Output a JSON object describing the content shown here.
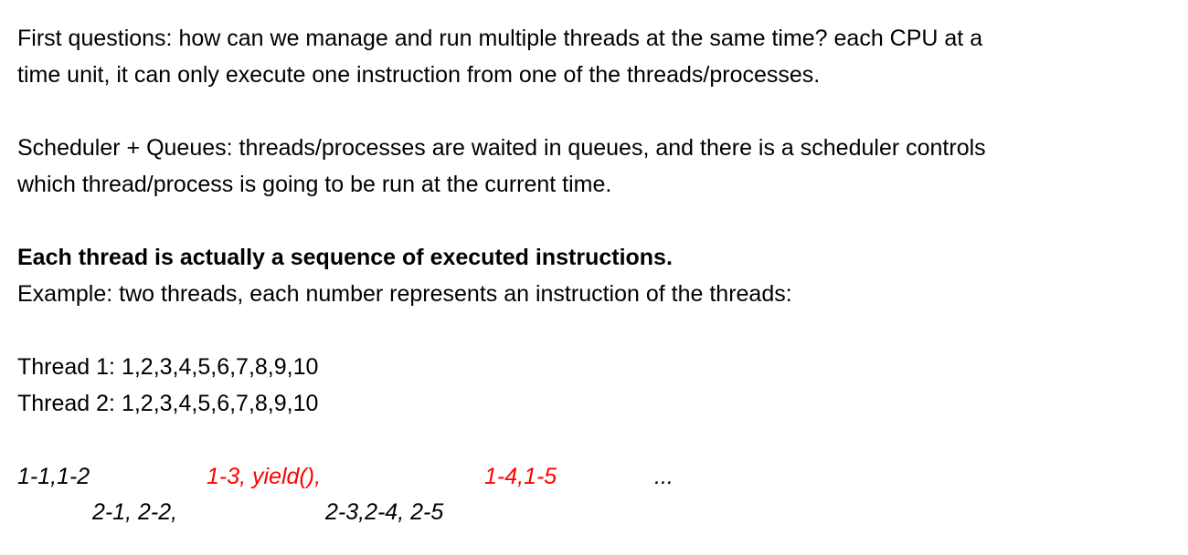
{
  "paragraphs": {
    "p1_line1": "First questions: how can we manage and run multiple threads at the same time? each CPU at a",
    "p1_line2": "time unit, it can only execute one instruction from one of the threads/processes.",
    "p2_line1": "Scheduler + Queues: threads/processes are waited in queues, and there is a scheduler controls",
    "p2_line2": "which thread/process is going to be run at the current time.",
    "heading": "Each thread is actually a sequence of executed instructions.",
    "example": "Example: two threads, each number represents an instruction of the threads:",
    "thread1": "Thread 1: 1,2,3,4,5,6,7,8,9,10",
    "thread2": "Thread 2: 1,2,3,4,5,6,7,8,9,10"
  },
  "sequence": {
    "top": [
      {
        "text": "1-1,1-2",
        "color": "#000000"
      },
      {
        "text": "1-3, yield(),",
        "color": "#ff0000"
      },
      {
        "text": "1-4,1-5",
        "color": "#ff0000"
      },
      {
        "text": "...",
        "color": "#000000"
      }
    ],
    "bottom": [
      {
        "text": "2-1, 2-2,",
        "color": "#000000"
      },
      {
        "text": "2-3,2-4, 2-5",
        "color": "#000000"
      }
    ]
  }
}
